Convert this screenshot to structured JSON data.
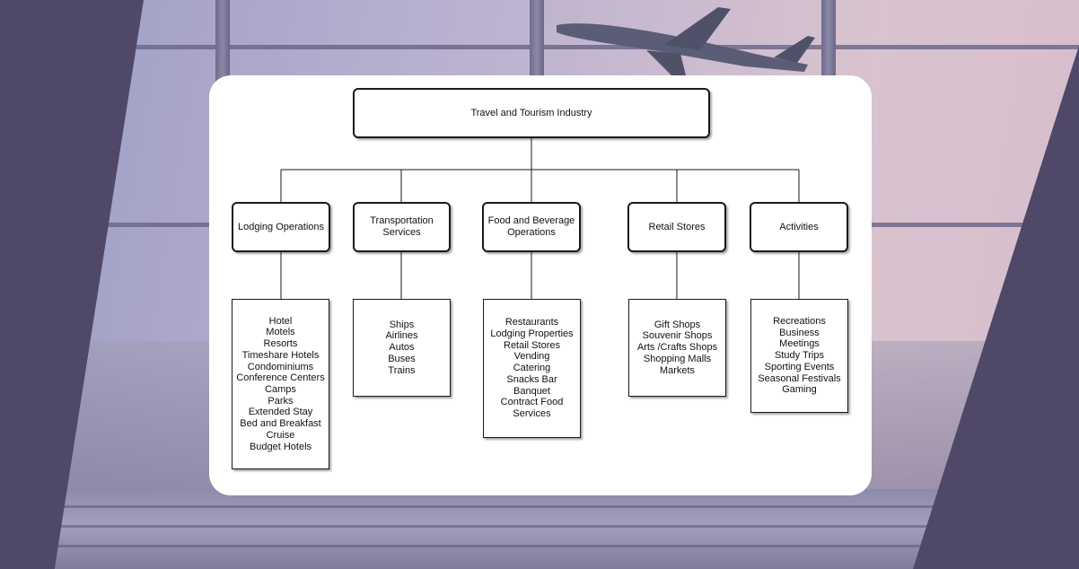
{
  "diagram": {
    "root": "Travel and Tourism Industry",
    "categories": [
      {
        "label": "Lodging Operations",
        "items": [
          "Hotel",
          "Motels",
          "Resorts",
          "Timeshare Hotels",
          "Condominiums",
          "Conference Centers",
          "Camps",
          "Parks",
          "Extended Stay",
          "Bed and Breakfast",
          "Cruise",
          "Budget Hotels"
        ]
      },
      {
        "label": "Transportation Services",
        "items": [
          "Ships",
          "Airlines",
          "Autos",
          "Buses",
          "Trains"
        ]
      },
      {
        "label": "Food and Beverage Operations",
        "items": [
          "Restaurants",
          "Lodging Properties",
          "Retail Stores",
          "Vending",
          "Catering",
          "Snacks Bar",
          "Banquet",
          "Contract Food",
          "Services"
        ]
      },
      {
        "label": "Retail Stores",
        "items": [
          "Gift Shops",
          "Souvenir Shops",
          "Arts /Crafts Shops",
          "Shopping Malls",
          "Markets"
        ]
      },
      {
        "label": "Activities",
        "items": [
          "Recreations",
          "Business",
          "Meetings",
          "Study Trips",
          "Sporting Events",
          "Seasonal Festivals",
          "Gaming"
        ]
      }
    ]
  },
  "colors": {
    "accent_shape": "#4f4868",
    "card": "#ffffff",
    "line": "#1a1a1a"
  }
}
